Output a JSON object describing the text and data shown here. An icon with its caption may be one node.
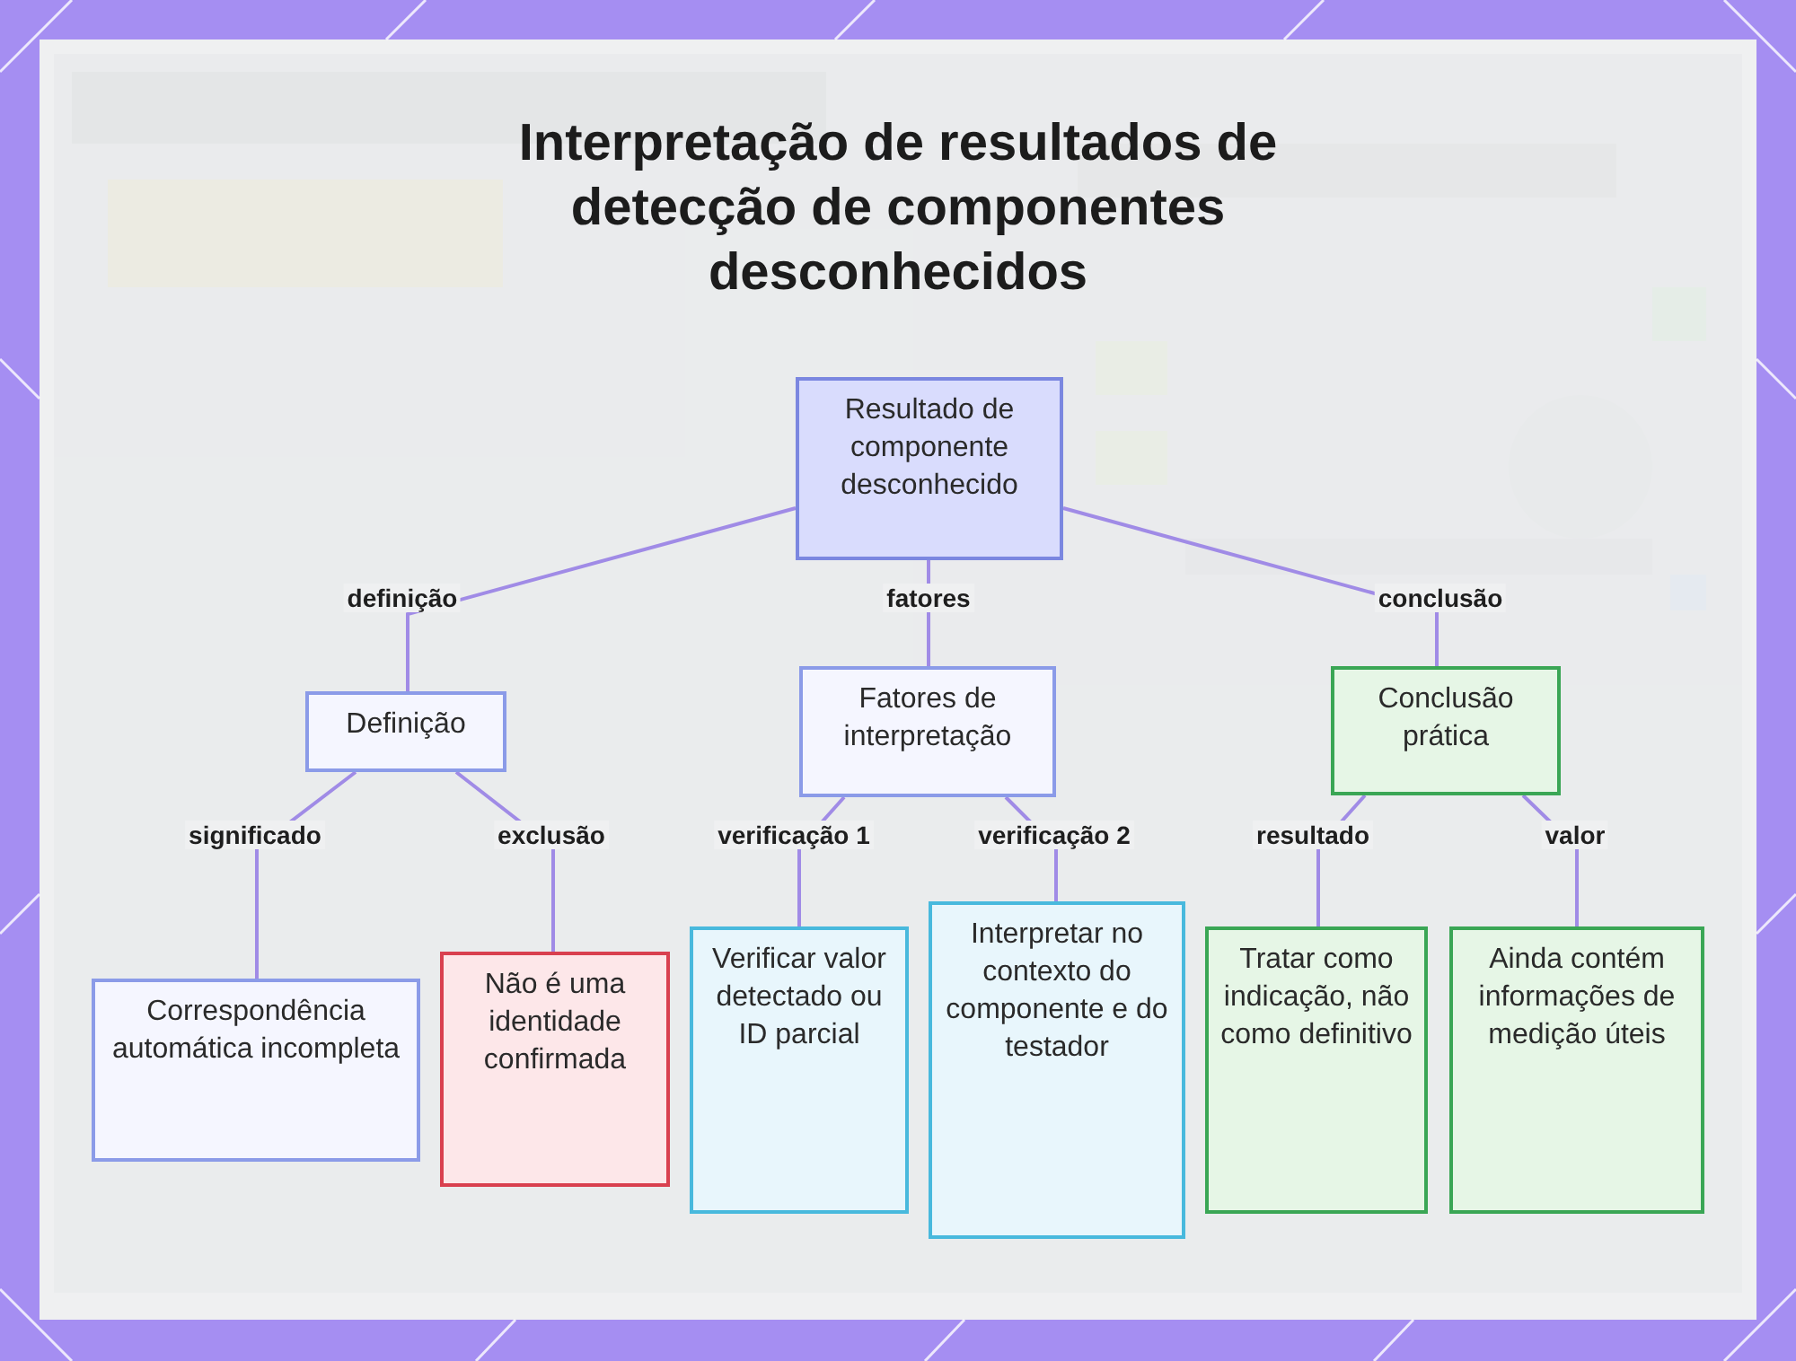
{
  "diagram": {
    "title": "Interpretação de resultados de detecção de componentes desconhecidos",
    "nodes": [
      {
        "text": [
          "Resultado de componente desconhecido"
        ]
      },
      {
        "text": [
          "Definição"
        ]
      },
      {
        "text": [
          "Fatores de interpretação"
        ]
      },
      {
        "text": [
          "Conclusão prática"
        ]
      },
      {
        "text": [
          "Correspondência automática incompleta"
        ]
      },
      {
        "text": [
          "Não é uma identidade confirmada"
        ]
      },
      {
        "text": [
          "Verificar valor detectado ou ID parcial"
        ]
      },
      {
        "text": [
          "Interpretar no contexto do componente e do testador"
        ]
      },
      {
        "text": [
          "Tratar como indicação, não como definitivo"
        ]
      },
      {
        "text": [
          "Ainda contém informações de medição úteis"
        ]
      }
    ],
    "edges": [
      {
        "from": 0,
        "to": 1,
        "arrow": "none",
        "label": "definição"
      },
      {
        "from": 0,
        "to": 2,
        "arrow": "none",
        "label": "fatores"
      },
      {
        "from": 0,
        "to": 3,
        "arrow": "none",
        "label": "conclusão"
      },
      {
        "from": 1,
        "to": 4,
        "arrow": "none",
        "label": "significado"
      },
      {
        "from": 1,
        "to": 5,
        "arrow": "none",
        "label": "exclusão"
      },
      {
        "from": 2,
        "to": 6,
        "arrow": "none",
        "label": "verificação 1"
      },
      {
        "from": 2,
        "to": 7,
        "arrow": "none",
        "label": "verificação 2"
      },
      {
        "from": 3,
        "to": 8,
        "arrow": "none",
        "label": "resultado"
      },
      {
        "from": 3,
        "to": 9,
        "arrow": "none",
        "label": "valor"
      }
    ]
  }
}
